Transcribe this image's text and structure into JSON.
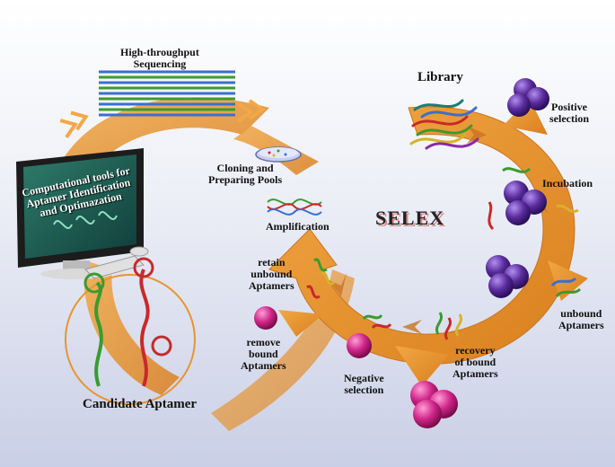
{
  "title": "SELEX",
  "labels": {
    "library": "Library",
    "positive": "Positive\nselection",
    "incubation": "Incubation",
    "unbound": "unbound\nAptamers",
    "recovery": "recovery\nof bound\nAptamers",
    "negative": "Negative\nselection",
    "remove": "remove\nbound\nAptamers",
    "retain": "retain\nunbound\nAptamers",
    "amplification": "Amplification",
    "cloning": "Cloning and\nPreparing Pools",
    "sequencing": "High-throughput\nSequencing",
    "computational": "Computational tools for\nAptamer Identification\nand Optimazation",
    "candidate": "Candidate Aptamer"
  },
  "colors": {
    "arrow": "#e8952e",
    "arrow_dark": "#c97420",
    "bead_purple": "#5a2c9c",
    "bead_pink": "#d0268a",
    "strand_green": "#3a9b2e",
    "strand_red": "#c62a2a",
    "dna_blue": "#3b6ed1"
  }
}
